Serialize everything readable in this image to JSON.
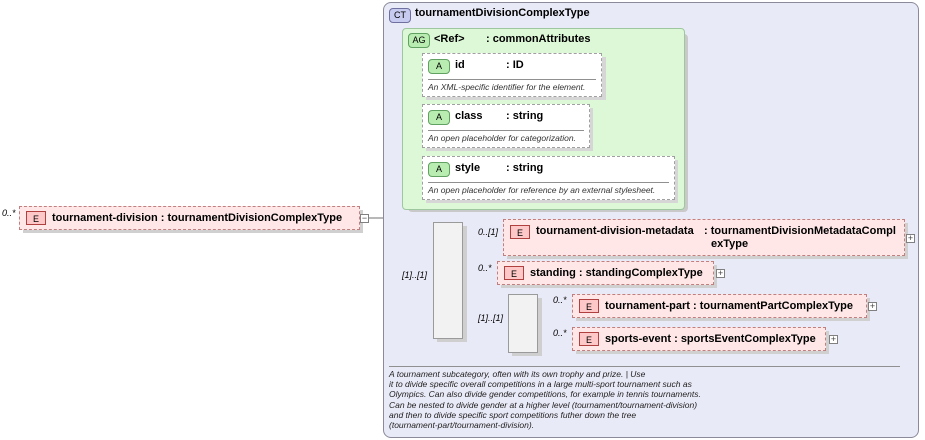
{
  "root": {
    "multiplicity": "0..*",
    "badge": "E",
    "name": "tournament-division",
    "type": ": tournamentDivisionComplexType",
    "toggle": "−"
  },
  "complex_type": {
    "badge": "CT",
    "name": "tournamentDivisionComplexType",
    "description": [
      "A tournament subcategory, often with its own trophy and prize. | Use",
      "it to divide specific overall competitions in a large multi-sport tournament such as",
      "Olympics. Can also divide gender competitions, for example in tennis tournaments.",
      "Can be nested to divide gender at a higher level (tournament/tournament-division)",
      "and then to divide specific sport competitions futher down the tree",
      "(tournament-part/tournament-division)."
    ]
  },
  "attribute_group": {
    "badge": "AG",
    "ref": "<Ref>",
    "name": ": commonAttributes",
    "attributes": [
      {
        "badge": "A",
        "name": "id",
        "type": ": ID",
        "doc": "An XML-specific identifier for the element."
      },
      {
        "badge": "A",
        "name": "class",
        "type": ": string",
        "doc": "An open placeholder for categorization."
      },
      {
        "badge": "A",
        "name": "style",
        "type": ": string",
        "doc": "An open placeholder for reference by an external stylesheet."
      }
    ]
  },
  "sequence_outer": {
    "multiplicity": "[1]..[1]",
    "children": [
      {
        "multiplicity": "0..[1]",
        "badge": "E",
        "name": "tournament-division-metadata",
        "type_line1": ": tournamentDivisionMetadataCompl",
        "type_line2": "exType",
        "toggle": "+"
      },
      {
        "multiplicity": "0..*",
        "badge": "E",
        "name": "standing",
        "type": ": standingComplexType",
        "toggle": "+"
      }
    ]
  },
  "sequence_inner": {
    "multiplicity": "[1]..[1]",
    "children": [
      {
        "multiplicity": "0..*",
        "badge": "E",
        "name": "tournament-part",
        "type": ": tournamentPartComplexType",
        "toggle": "+"
      },
      {
        "multiplicity": "0..*",
        "badge": "E",
        "name": "sports-event",
        "type": ": sportsEventComplexType",
        "toggle": "+"
      }
    ]
  }
}
